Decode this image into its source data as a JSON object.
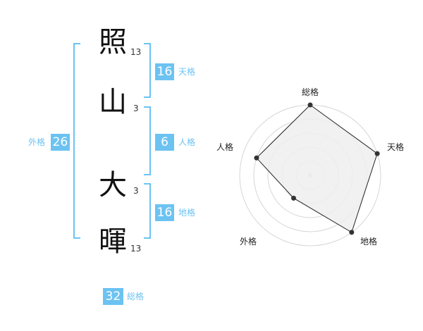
{
  "name": {
    "chars": [
      {
        "char": "照",
        "strokes": "13"
      },
      {
        "char": "山",
        "strokes": "3"
      },
      {
        "char": "大",
        "strokes": "3"
      },
      {
        "char": "暉",
        "strokes": "13"
      }
    ]
  },
  "fortunes": {
    "tenkaku": {
      "value": "16",
      "label": "天格"
    },
    "jinkaku": {
      "value": "6",
      "label": "人格"
    },
    "chikaku": {
      "value": "16",
      "label": "地格"
    },
    "gaikaku": {
      "value": "26",
      "label": "外格"
    },
    "soukaku": {
      "value": "32",
      "label": "総格"
    }
  },
  "colors": {
    "accent": "#6cc3f2",
    "radar_fill": "#eeeeee",
    "radar_stroke": "#222222",
    "ring": "#d6d6d6"
  },
  "chart_data": {
    "type": "radar",
    "axes": [
      "総格",
      "天格",
      "地格",
      "外格",
      "人格"
    ],
    "values": [
      5,
      5,
      5,
      2,
      4
    ],
    "max": 5,
    "rings": 5
  }
}
